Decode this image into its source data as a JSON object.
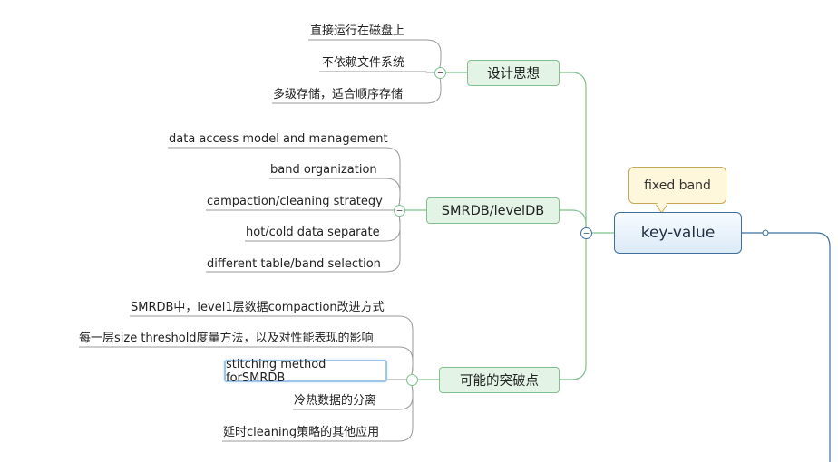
{
  "central": {
    "label": "key-value",
    "note": "fixed band"
  },
  "branches": [
    {
      "label": "设计思想",
      "children": [
        "直接运行在磁盘上",
        "不依赖文件系统",
        "多级存储，适合顺序存储"
      ]
    },
    {
      "label": "SMRDB/levelDB",
      "children": [
        "data access model and management",
        "band organization",
        "campaction/cleaning strategy",
        "hot/cold data separate",
        "different table/band selection"
      ]
    },
    {
      "label": "可能的突破点",
      "children": [
        "SMRDB中，level1层数据compaction改进方式",
        "每一层size threshold度量方法，以及对性能表现的影响",
        "stitching method forSMRDB",
        "冷热数据的分离",
        "延时cleaning策略的其他应用"
      ]
    }
  ],
  "toggle_symbol": "−",
  "colors": {
    "connector_green": "#7fc08c",
    "connector_gray": "#9a9a9a",
    "connector_blue": "#3f6fa0",
    "main_fill": "#e3f4e6",
    "central_border": "#3f6fa0",
    "callout_fill": "#fff7dc"
  }
}
